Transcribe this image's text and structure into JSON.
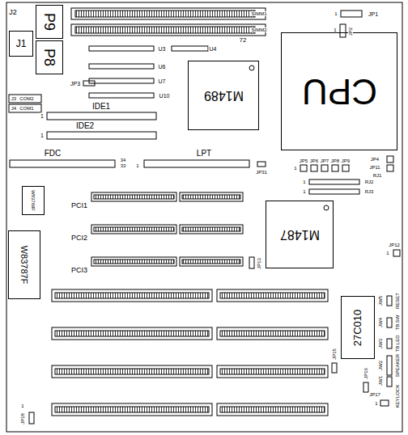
{
  "diagram": {
    "nodes": [
      {
        "text": [
          "P9"
        ]
      },
      {
        "text": [
          "J1"
        ]
      },
      {
        "text": [
          "CPU"
        ]
      },
      {
        "text": [
          "P8"
        ]
      },
      {
        "text": [
          "M1489"
        ]
      },
      {
        "text": [
          "W83769F"
        ]
      },
      {
        "text": [
          "M1487"
        ]
      },
      {
        "text": [
          "W83787F"
        ]
      },
      {
        "text": [
          "27C010"
        ]
      }
    ],
    "labels": [
      "J2",
      "SIMM1",
      "SIMM2",
      "1",
      "JP1",
      "1",
      "JP2",
      "72",
      "U3",
      "U4",
      "U6",
      "U7",
      "JP3",
      "U10",
      "J3",
      "COM2",
      "IDE1",
      "J4",
      "COM1",
      "1",
      "IDE2",
      "1",
      "FDC",
      "LPT",
      "JP4",
      "34",
      "JP5",
      "JP6",
      "JP7",
      "JP8",
      "JP9",
      "33",
      "1",
      "JP11",
      "1",
      "JP31",
      "RJ1",
      "1",
      "RJ2",
      "1",
      "RJ3",
      "PCI1",
      "PCI2",
      "JP12",
      "1",
      "JP13",
      "PCI3",
      "JW5",
      "RESET",
      "JW4",
      "TB.SW",
      "JW3",
      "TB.LED",
      "JP15",
      "JW2",
      "SPEAKER",
      "JP16",
      "JW1",
      "KEYLOCK",
      "JP17",
      "1",
      "1",
      "JP18"
    ]
  }
}
